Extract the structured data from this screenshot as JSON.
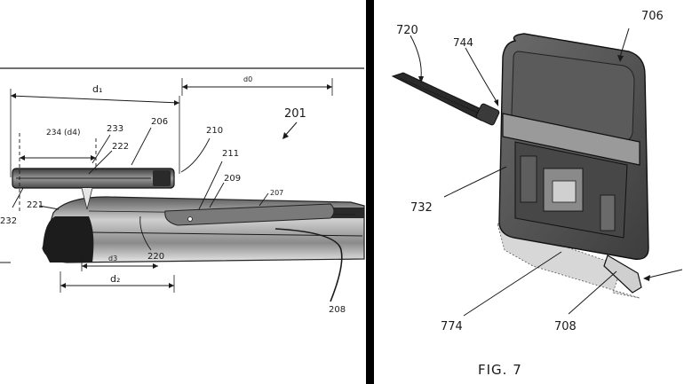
{
  "left_figure": {
    "ref_numbers": {
      "fig": "201",
      "r206": "206",
      "r207": "207",
      "r208": "208",
      "r209": "209",
      "r210": "210",
      "r211": "211",
      "r220": "220",
      "r221": "221",
      "r222": "222",
      "r232": "232",
      "r233": "233"
    },
    "dimensions": {
      "d0": "d0",
      "d1": "d₁",
      "d2": "d₂",
      "d3": "d3",
      "d4": "234 (d4)"
    }
  },
  "right_figure": {
    "ref_numbers": {
      "r706": "706",
      "r708": "708",
      "r720": "720",
      "r732": "732",
      "r744": "744",
      "r774": "774"
    },
    "caption": "FIG. 7"
  },
  "colors": {
    "divider": "#000000",
    "ink": "#1a1a1a"
  }
}
